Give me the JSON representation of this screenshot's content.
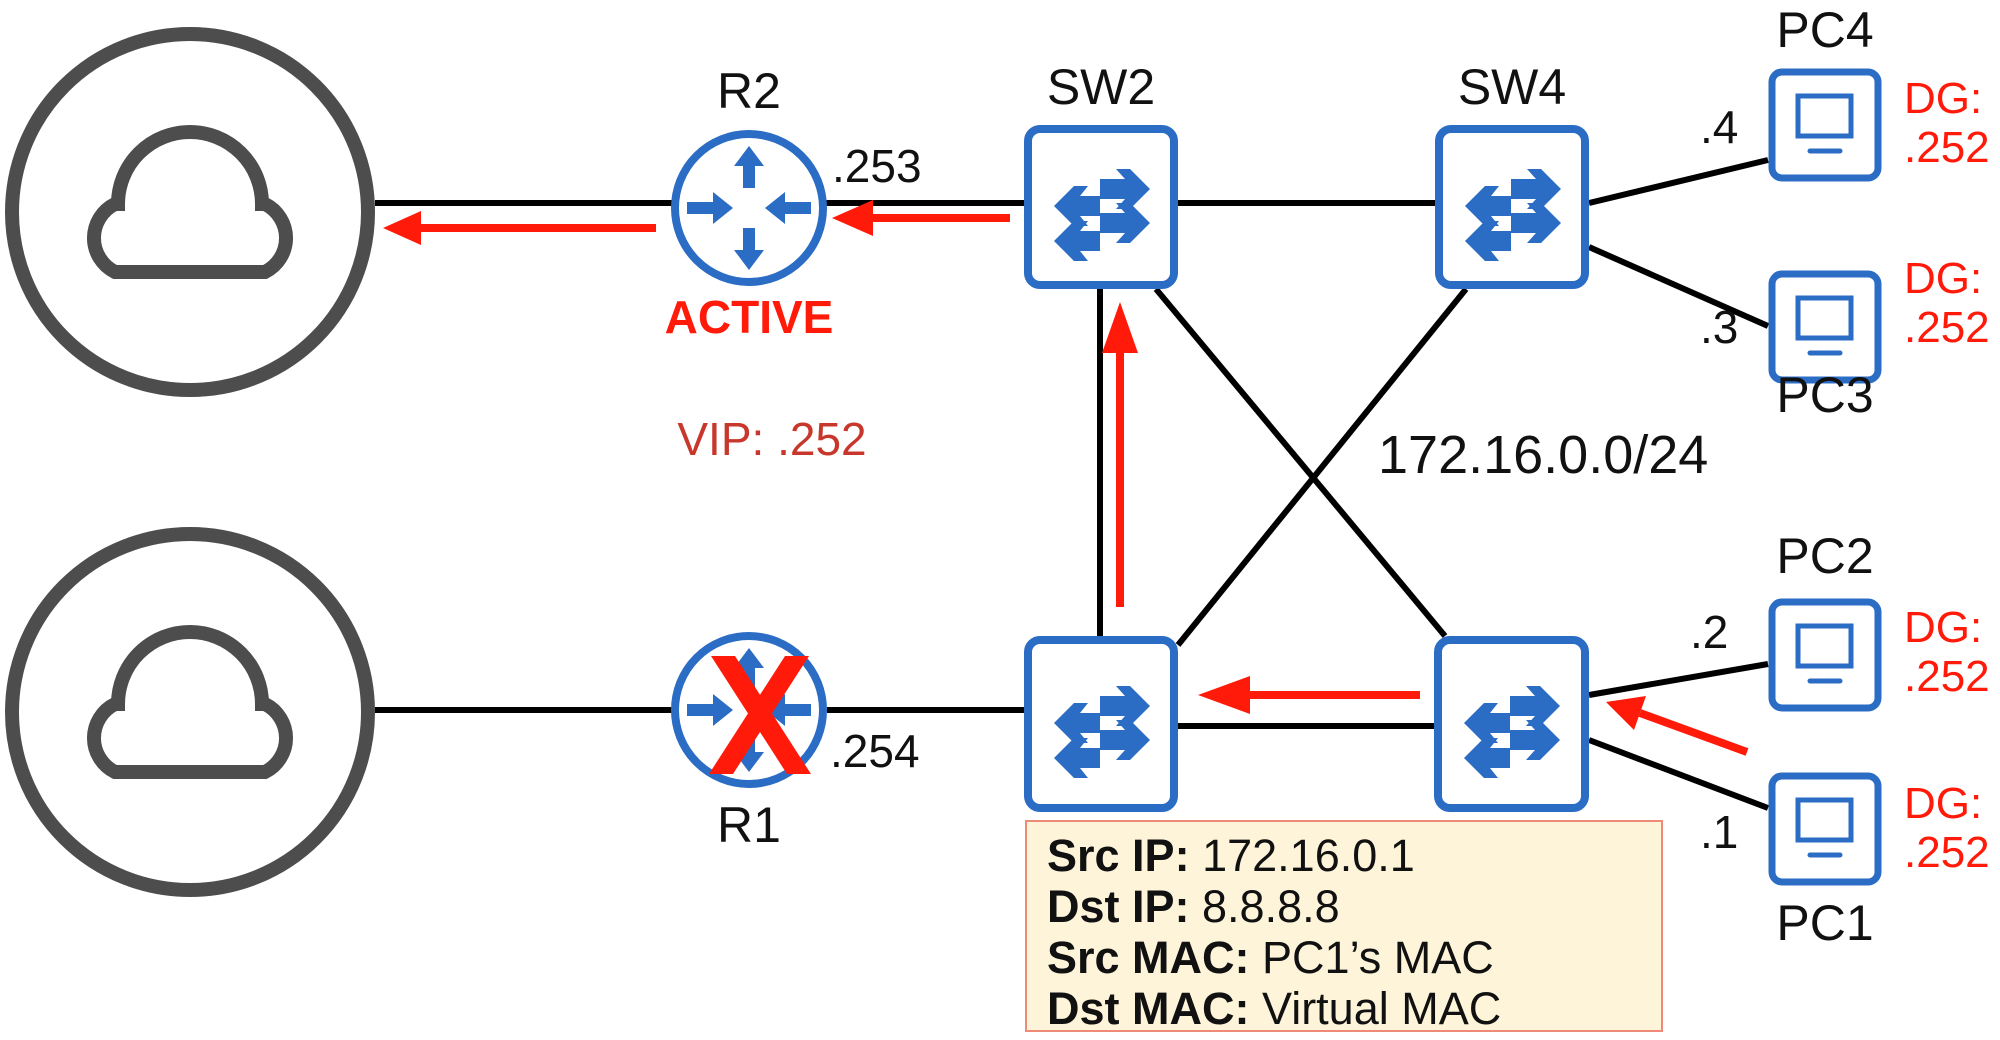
{
  "colors": {
    "device_blue": "#2b6cc4",
    "link_black": "#000000",
    "flow_red": "#ff1a0a",
    "vip_red": "#c8372b",
    "cloud_gray": "#4d4d4d",
    "info_bg": "#fdf4da",
    "info_border": "#f08a78"
  },
  "clouds": [
    {
      "id": "cloud-top",
      "icon": "cloud-icon"
    },
    {
      "id": "cloud-bottom",
      "icon": "cloud-icon"
    }
  ],
  "routers": [
    {
      "id": "R2",
      "label": "R2",
      "ip": ".253",
      "status": "ACTIVE",
      "failed": false,
      "icon": "router-icon"
    },
    {
      "id": "R1",
      "label": "R1",
      "ip": ".254",
      "status": "",
      "failed": true,
      "icon": "router-icon",
      "failure_icon": "red-x-icon"
    }
  ],
  "switches": [
    {
      "id": "SW2",
      "label": "SW2",
      "icon": "switch-icon"
    },
    {
      "id": "SW4",
      "label": "SW4",
      "icon": "switch-icon"
    },
    {
      "id": "SW-bottom-left",
      "label": "",
      "icon": "switch-icon"
    },
    {
      "id": "SW-bottom-right",
      "label": "",
      "icon": "switch-icon"
    }
  ],
  "pcs": [
    {
      "id": "PC4",
      "label": "PC4",
      "ip": ".4",
      "dg_label": "DG:",
      "dg_value": ".252",
      "icon": "pc-icon"
    },
    {
      "id": "PC3",
      "label": "PC3",
      "ip": ".3",
      "dg_label": "DG:",
      "dg_value": ".252",
      "icon": "pc-icon"
    },
    {
      "id": "PC2",
      "label": "PC2",
      "ip": ".2",
      "dg_label": "DG:",
      "dg_value": ".252",
      "icon": "pc-icon"
    },
    {
      "id": "PC1",
      "label": "PC1",
      "ip": ".1",
      "dg_label": "DG:",
      "dg_value": ".252",
      "icon": "pc-icon"
    }
  ],
  "vip": "VIP: .252",
  "subnet": "172.16.0.0/24",
  "links": [
    [
      "cloud-top",
      "R2"
    ],
    [
      "R2",
      "SW2"
    ],
    [
      "SW2",
      "SW4"
    ],
    [
      "SW4",
      "PC4"
    ],
    [
      "SW4",
      "PC3"
    ],
    [
      "SW2",
      "SW-bottom-left"
    ],
    [
      "SW2",
      "SW-bottom-right"
    ],
    [
      "SW4",
      "SW-bottom-left"
    ],
    [
      "cloud-bottom",
      "R1"
    ],
    [
      "R1",
      "SW-bottom-left"
    ],
    [
      "SW-bottom-left",
      "SW-bottom-right"
    ],
    [
      "SW-bottom-right",
      "PC2"
    ],
    [
      "SW-bottom-right",
      "PC1"
    ]
  ],
  "traffic_path": [
    "PC1",
    "SW-bottom-right",
    "SW-bottom-left",
    "SW2",
    "R2",
    "cloud-top"
  ],
  "packet": {
    "rows": [
      {
        "key": "Src IP:",
        "value": "172.16.0.1"
      },
      {
        "key": "Dst IP:",
        "value": "8.8.8.8"
      },
      {
        "key": "Src MAC:",
        "value": "PC1’s MAC"
      },
      {
        "key": "Dst MAC:",
        "value": "Virtual MAC"
      }
    ]
  }
}
